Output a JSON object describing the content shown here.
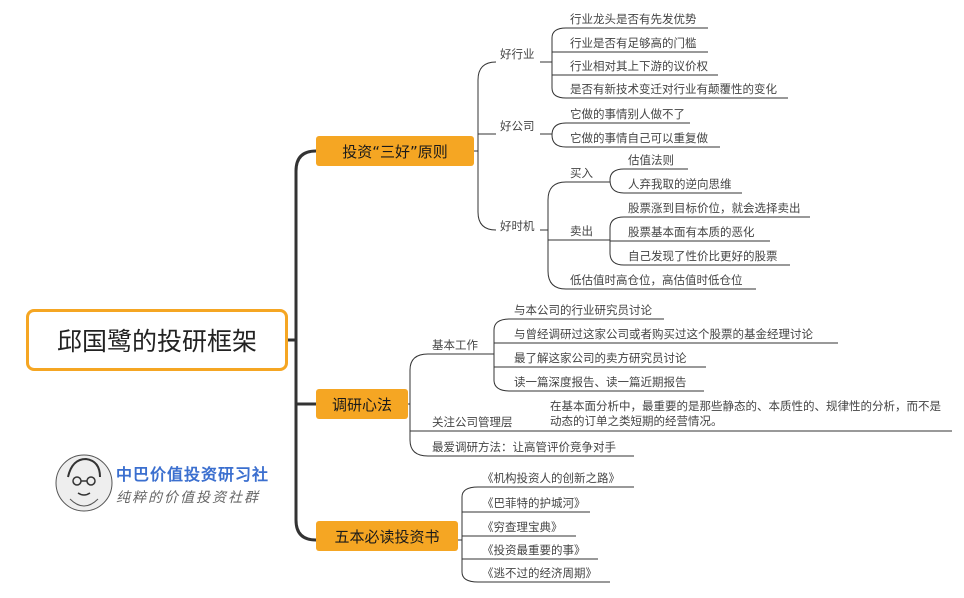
{
  "root": {
    "label": "邱国鹭的投研框架"
  },
  "branches": {
    "principles": {
      "label": "投资“三好”原则",
      "good_industry": {
        "label": "好行业",
        "items": [
          "行业龙头是否有先发优势",
          "行业是否有足够高的门槛",
          "行业相对其上下游的议价权",
          "是否有新技术变迁对行业有颠覆性的变化"
        ]
      },
      "good_company": {
        "label": "好公司",
        "items": [
          "它做的事情别人做不了",
          "它做的事情自己可以重复做"
        ]
      },
      "good_timing": {
        "label": "好时机",
        "buy": {
          "label": "买入",
          "items": [
            "估值法则",
            "人弃我取的逆向思维"
          ]
        },
        "sell": {
          "label": "卖出",
          "items": [
            "股票涨到目标价位，就会选择卖出",
            "股票基本面有本质的恶化",
            "自己发现了性价比更好的股票"
          ]
        },
        "position": "低估值时高仓位，高估值时低仓位"
      }
    },
    "research": {
      "label": "调研心法",
      "basic": {
        "label": "基本工作",
        "items": [
          "与本公司的行业研究员讨论",
          "与曾经调研过这家公司或者购买过这个股票的基金经理讨论",
          "最了解这家公司的卖方研究员讨论",
          "读一篇深度报告、读一篇近期报告"
        ]
      },
      "management": {
        "label": "关注公司管理层",
        "note": "在基本面分析中，最重要的是那些静态的、本质性的、规律性的分析，而不是动态的订单之类短期的经营情况。"
      },
      "favorite": "最爱调研方法：让高管评价竞争对手"
    },
    "books": {
      "label": "五本必读投资书",
      "items": [
        "《机构投资人的创新之路》",
        "《巴菲特的护城河》",
        "《穷查理宝典》",
        "《投资最重要的事》",
        "《逃不过的经济周期》"
      ]
    }
  },
  "logo": {
    "title": "中巴价值投资研习社",
    "subtitle": "纯粹的价值投资社群"
  },
  "colors": {
    "accent": "#f5a623",
    "line": "#333333",
    "brand": "#3b6fcf"
  }
}
